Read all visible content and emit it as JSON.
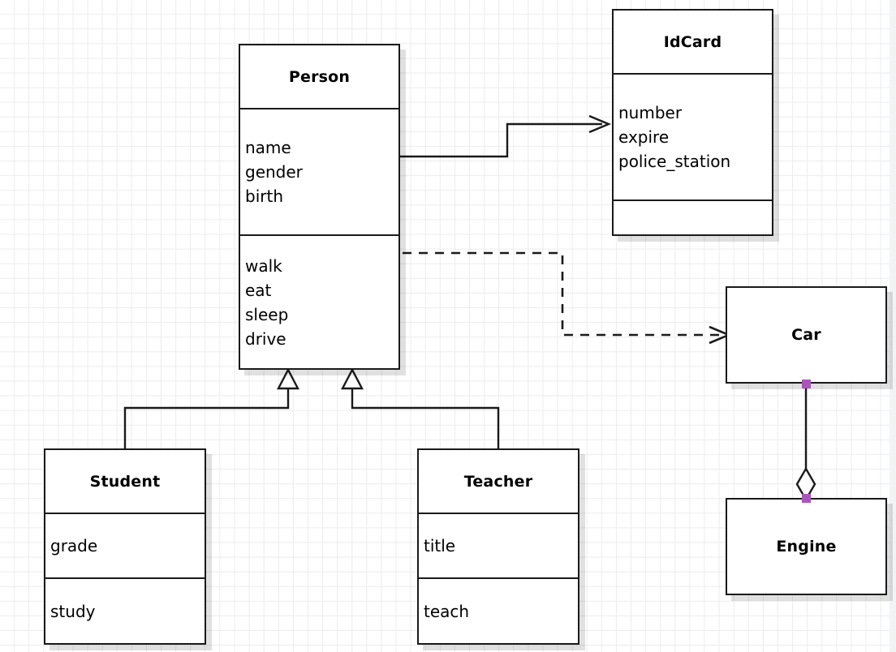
{
  "diagram": {
    "type": "uml-class-diagram",
    "background": "#ffffff",
    "grid_color": "#ececec",
    "stroke_color": "#1a1a1a",
    "handle_color": "#aa55bb"
  },
  "classes": {
    "person": {
      "name": "Person",
      "attributes": [
        "name",
        "gender",
        "birth"
      ],
      "operations": [
        "walk",
        "eat",
        "sleep",
        "drive"
      ]
    },
    "idcard": {
      "name": "IdCard",
      "attributes": [
        "number",
        "expire",
        "police_station"
      ],
      "operations": []
    },
    "student": {
      "name": "Student",
      "attributes": [
        "grade"
      ],
      "operations": [
        "study"
      ]
    },
    "teacher": {
      "name": "Teacher",
      "attributes": [
        "title"
      ],
      "operations": [
        "teach"
      ]
    },
    "car": {
      "name": "Car"
    },
    "engine": {
      "name": "Engine"
    }
  },
  "relationships": [
    {
      "id": "person-idcard",
      "kind": "association",
      "from": "Person",
      "to": "IdCard",
      "line": "solid",
      "arrowhead": "open"
    },
    {
      "id": "person-car",
      "kind": "dependency",
      "from": "Person",
      "to": "Car",
      "line": "dashed",
      "arrowhead": "open"
    },
    {
      "id": "student-person",
      "kind": "generalization",
      "from": "Student",
      "to": "Person",
      "line": "solid",
      "arrowhead": "hollow-triangle"
    },
    {
      "id": "teacher-person",
      "kind": "generalization",
      "from": "Teacher",
      "to": "Person",
      "line": "solid",
      "arrowhead": "hollow-triangle"
    },
    {
      "id": "car-engine",
      "kind": "aggregation",
      "from": "Car",
      "to": "Engine",
      "line": "solid",
      "arrowhead": "hollow-diamond"
    }
  ]
}
